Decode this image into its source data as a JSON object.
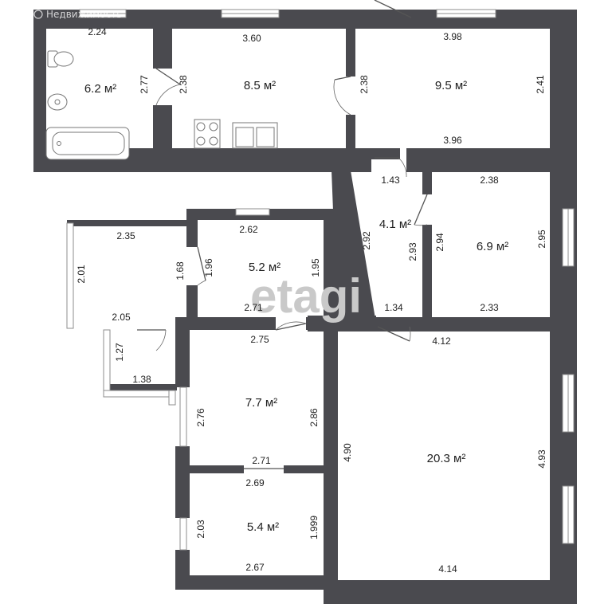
{
  "source_mark": "Недвижимость",
  "watermark": "etagi",
  "rooms": [
    {
      "id": "bathroom",
      "area": "6.2 м²"
    },
    {
      "id": "kitchen",
      "area": "8.5 м²"
    },
    {
      "id": "room-top-right",
      "area": "9.5 м²"
    },
    {
      "id": "corridor-small",
      "area": "4.1 м²"
    },
    {
      "id": "room-east",
      "area": "6.9 м²"
    },
    {
      "id": "room-center",
      "area": "5.2 м²"
    },
    {
      "id": "room-west",
      "area": "7.7 м²"
    },
    {
      "id": "room-southwest",
      "area": "5.4 м²"
    },
    {
      "id": "room-large",
      "area": "20.3 м²"
    }
  ],
  "dimensions": {
    "bath_top": "2.24",
    "bath_right": "2.77",
    "kitchen_top": "3.60",
    "kitchen_left": "2.38",
    "r95_top": "3.98",
    "r95_bottom": "3.96",
    "r95_left": "2.38",
    "r95_right": "2.41",
    "corr_top": "1.43",
    "corr_left": "2.92",
    "corr_right": "2.93",
    "corr_bottom": "1.34",
    "r69_top": "2.38",
    "r69_left": "2.94",
    "r69_right": "2.95",
    "r69_bottom": "2.33",
    "balc_top": "2.35",
    "balc_left": "2.01",
    "balc_right": "1.68",
    "balc_bottom": "2.05",
    "r52_top": "2.62",
    "r52_left": "1.96",
    "r52_right": "1.95",
    "r52_bottom": "2.71",
    "hall_left": "1.27",
    "hall_bottom": "1.38",
    "r77_top": "2.75",
    "r77_left": "2.76",
    "r77_right": "2.86",
    "r77_bottom": "2.71",
    "r54_top": "2.69",
    "r54_left": "2.03",
    "r54_right": "1.999",
    "r54_bottom": "2.67",
    "r203_top": "4.12",
    "r203_left": "4.90",
    "r203_right": "4.93",
    "r203_bottom": "4.14"
  }
}
